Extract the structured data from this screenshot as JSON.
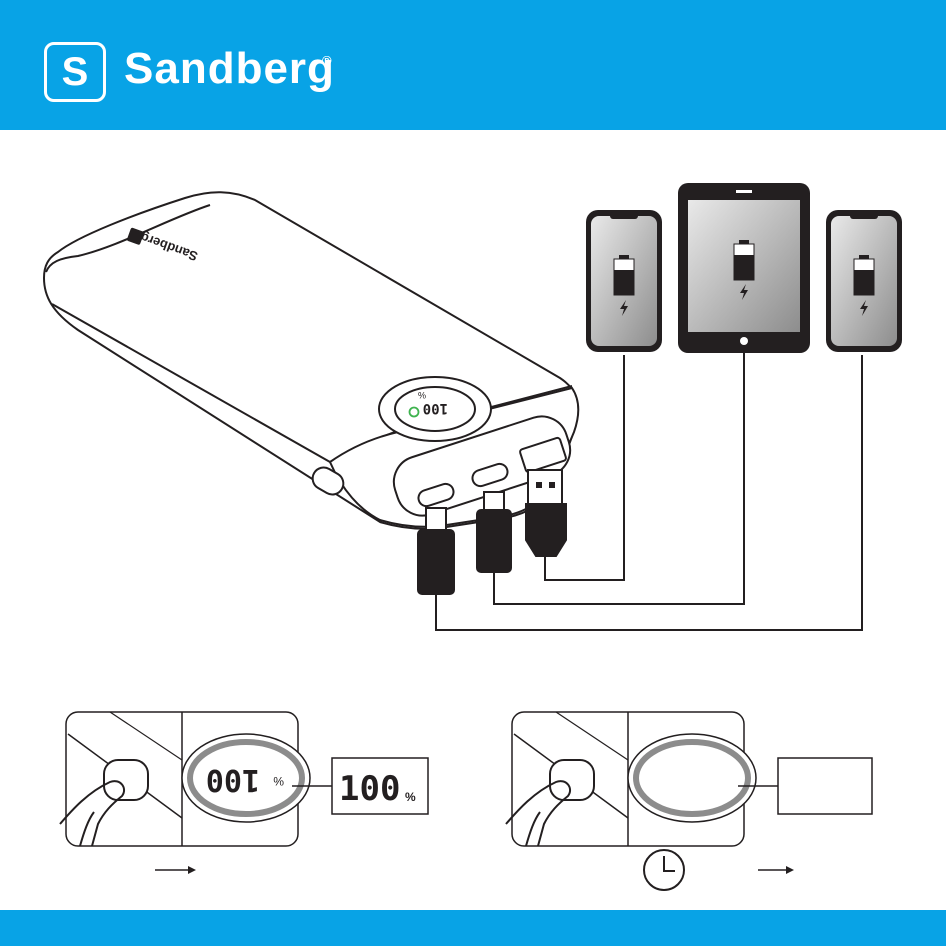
{
  "header": {
    "brand_name": "Sandberg",
    "badge_letter": "S",
    "registered_mark": "®",
    "background_color": "#08a3e6"
  },
  "powerbank": {
    "brand_print": "Sandberg",
    "display_value": "100",
    "display_unit": "%"
  },
  "devices": [
    {
      "type": "phone",
      "state": "charging",
      "icon": "battery-charging-icon"
    },
    {
      "type": "tablet",
      "state": "charging",
      "icon": "battery-charging-icon"
    },
    {
      "type": "phone",
      "state": "charging",
      "icon": "battery-charging-icon"
    }
  ],
  "cables": [
    "usb-c",
    "usb-c",
    "usb-a"
  ],
  "steps": [
    {
      "action": "press-button",
      "result_value": "100",
      "result_unit": "%",
      "arrow": "arrow-right-icon"
    },
    {
      "action": "press-button",
      "wait_icon": "clock-icon",
      "result": "display-off",
      "arrow": "arrow-right-icon"
    }
  ],
  "colors": {
    "accent": "#08a3e6",
    "line": "#231f20",
    "power_led": "#3fb34f"
  }
}
